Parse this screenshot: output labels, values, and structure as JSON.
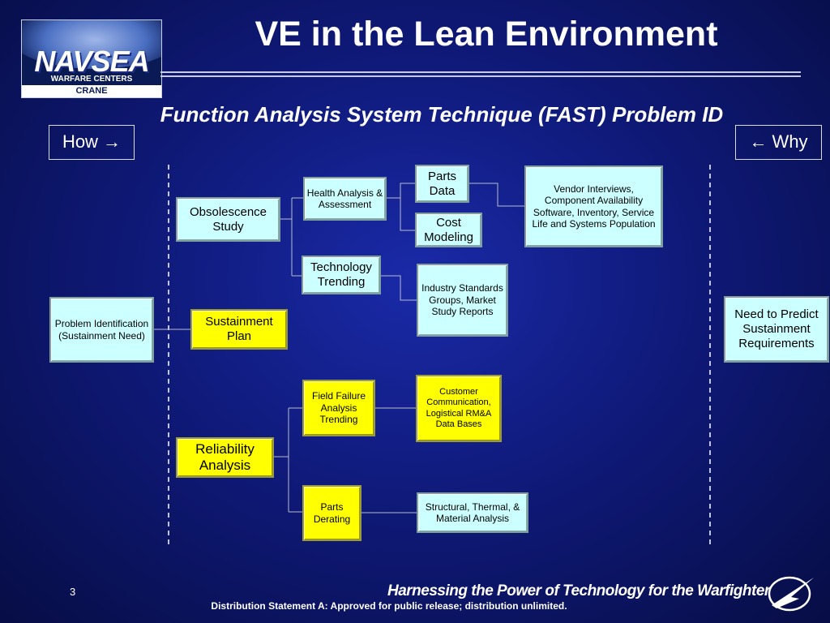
{
  "logo": {
    "word": "NAVSEA",
    "sub": "WARFARE CENTERS",
    "site": "CRANE"
  },
  "title": "VE in the Lean Environment",
  "subtitle": "Function Analysis System Technique (FAST) Problem ID",
  "nav": {
    "how": "How →",
    "why": "← Why"
  },
  "boxes": {
    "problem": "Problem Identification (Sustainment Need)",
    "obsolescence": "Obsolescence Study",
    "sustainment": "Sustainment Plan",
    "reliability": "Reliability Analysis",
    "health": "Health Analysis & Assessment",
    "technology": "Technology Trending",
    "field_failure": "Field Failure Analysis Trending",
    "parts_derating": "Parts Derating",
    "parts_data": "Parts Data",
    "cost_modeling": "Cost Modeling",
    "industry": "Industry Standards Groups, Market Study Reports",
    "customer": "Customer Communication, Logistical RM&A Data Bases",
    "structural": "Structural, Thermal, & Material Analysis",
    "vendor": "Vendor Interviews, Component Availability Software, Inventory, Service Life and Systems Population",
    "need": "Need to Predict Sustainment Requirements"
  },
  "footer": {
    "page": "3",
    "slogan": "Harnessing the Power of Technology for the Warfighter",
    "distribution": "Distribution Statement A:  Approved for public release; distribution unlimited."
  }
}
